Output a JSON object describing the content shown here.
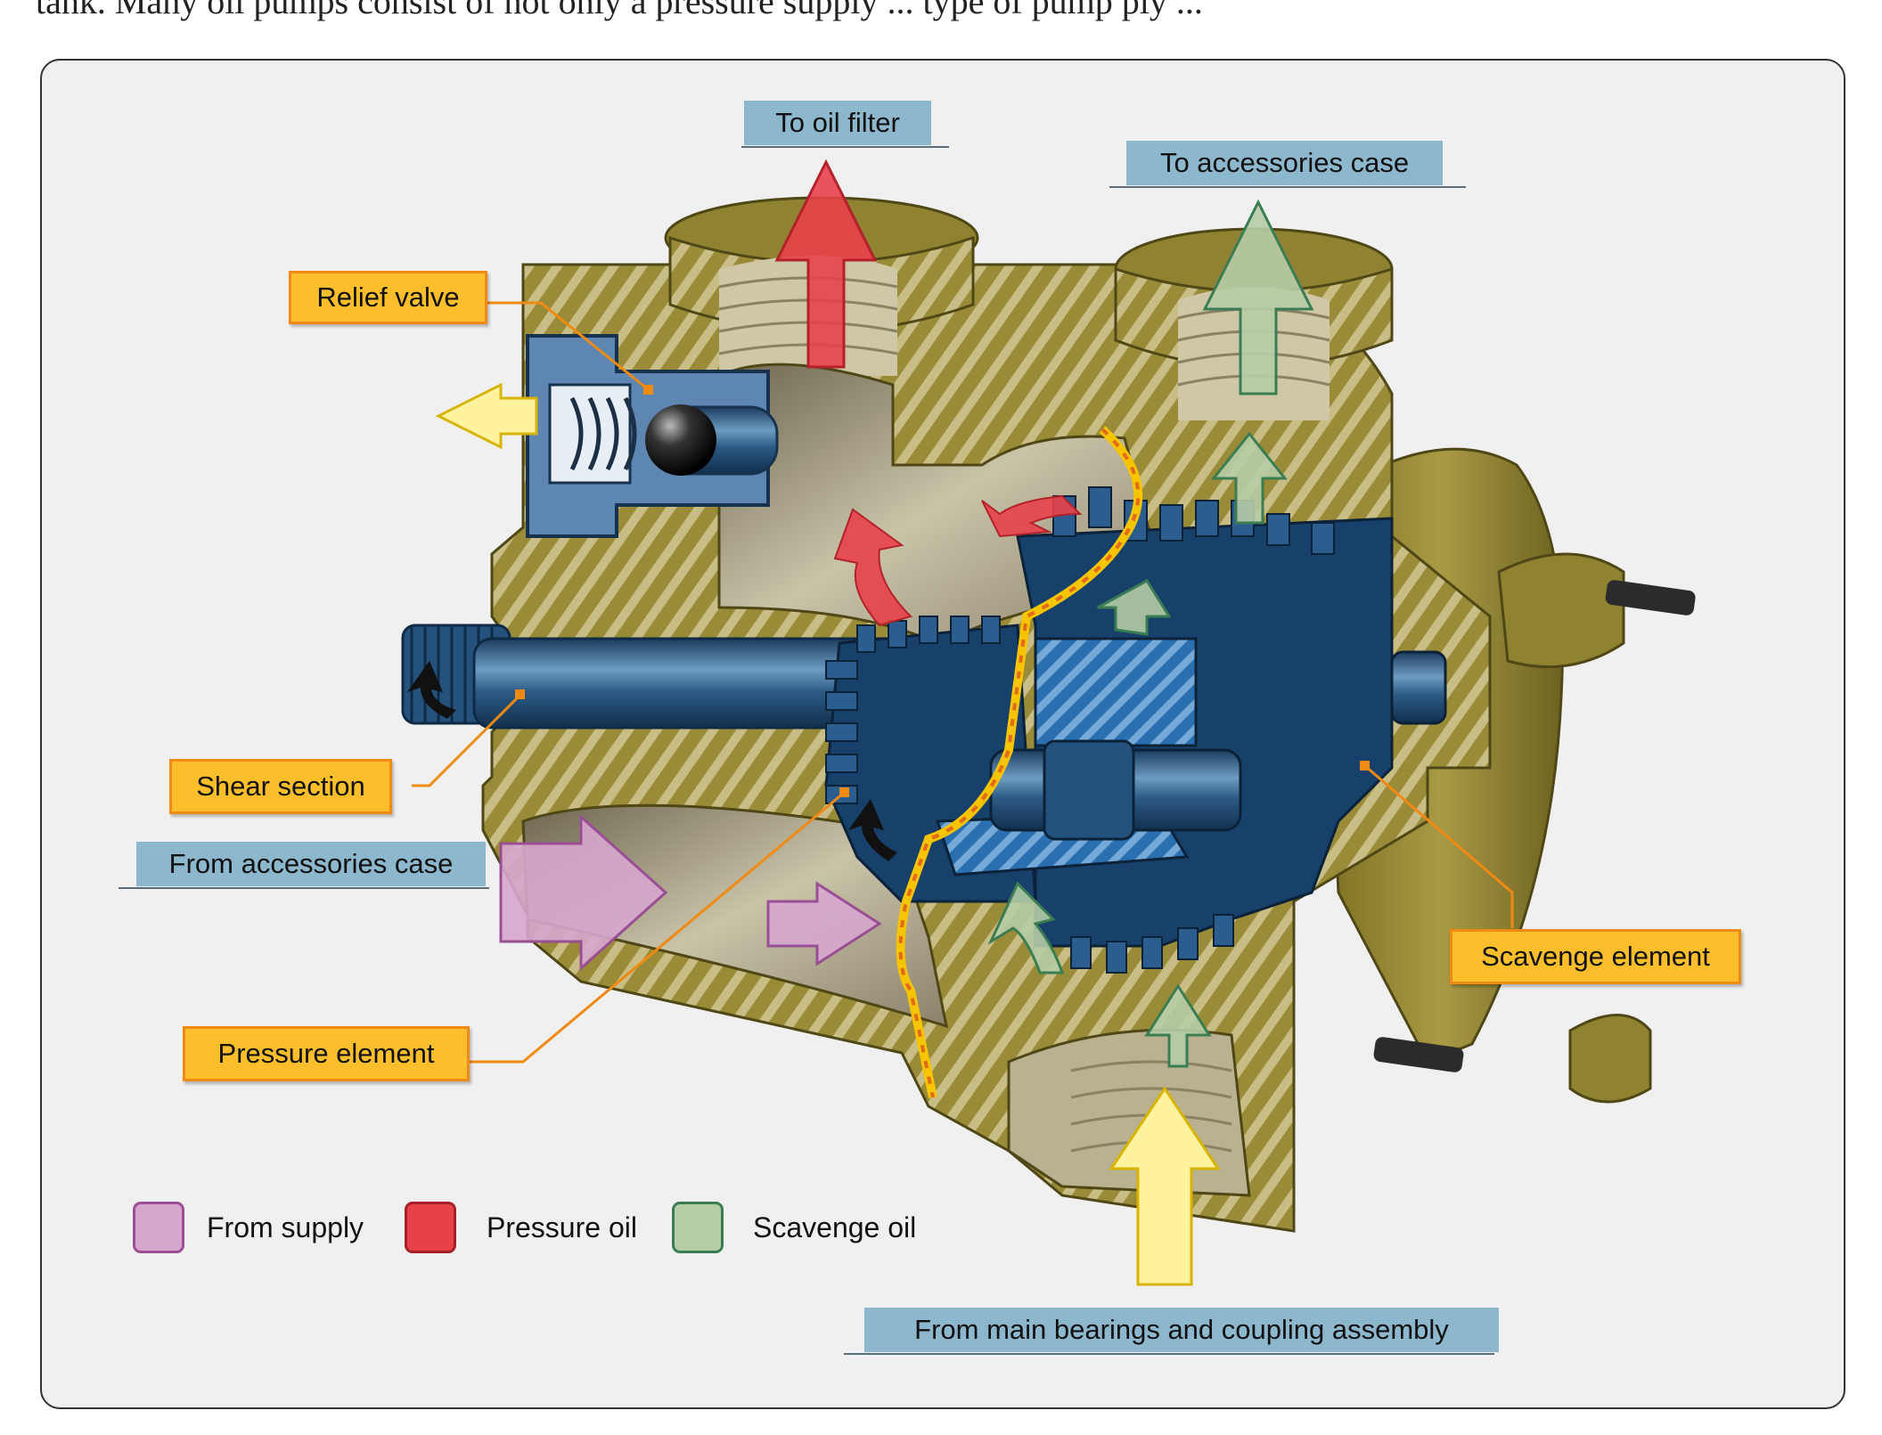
{
  "caption": {
    "text": "tank. Many oil pumps consist of not only a pressure supply ... type of pump ply ..."
  },
  "labels": {
    "relief_valve": "Relief valve",
    "shear_section": "Shear section",
    "pressure_element": "Pressure element",
    "scavenge_element": "Scavenge element",
    "to_oil_filter": "To oil filter",
    "to_accessories_case": "To accessories case",
    "from_accessories_case": "From accessories case",
    "from_main_bearings": "From main bearings and coupling assembly"
  },
  "legend": {
    "items": [
      {
        "label": "From supply",
        "color": "#d7a6cf"
      },
      {
        "label": "Pressure oil",
        "color": "#e8414a"
      },
      {
        "label": "Scavenge oil",
        "color": "#b6cca6"
      }
    ]
  },
  "colors": {
    "housing": "#8f8230",
    "housing_light": "#b7a753",
    "gear_blue": "#17406a",
    "label_orange": "#fcbf2b",
    "label_blue": "#8db7cd",
    "gasket_yellow": "#ffd400"
  }
}
